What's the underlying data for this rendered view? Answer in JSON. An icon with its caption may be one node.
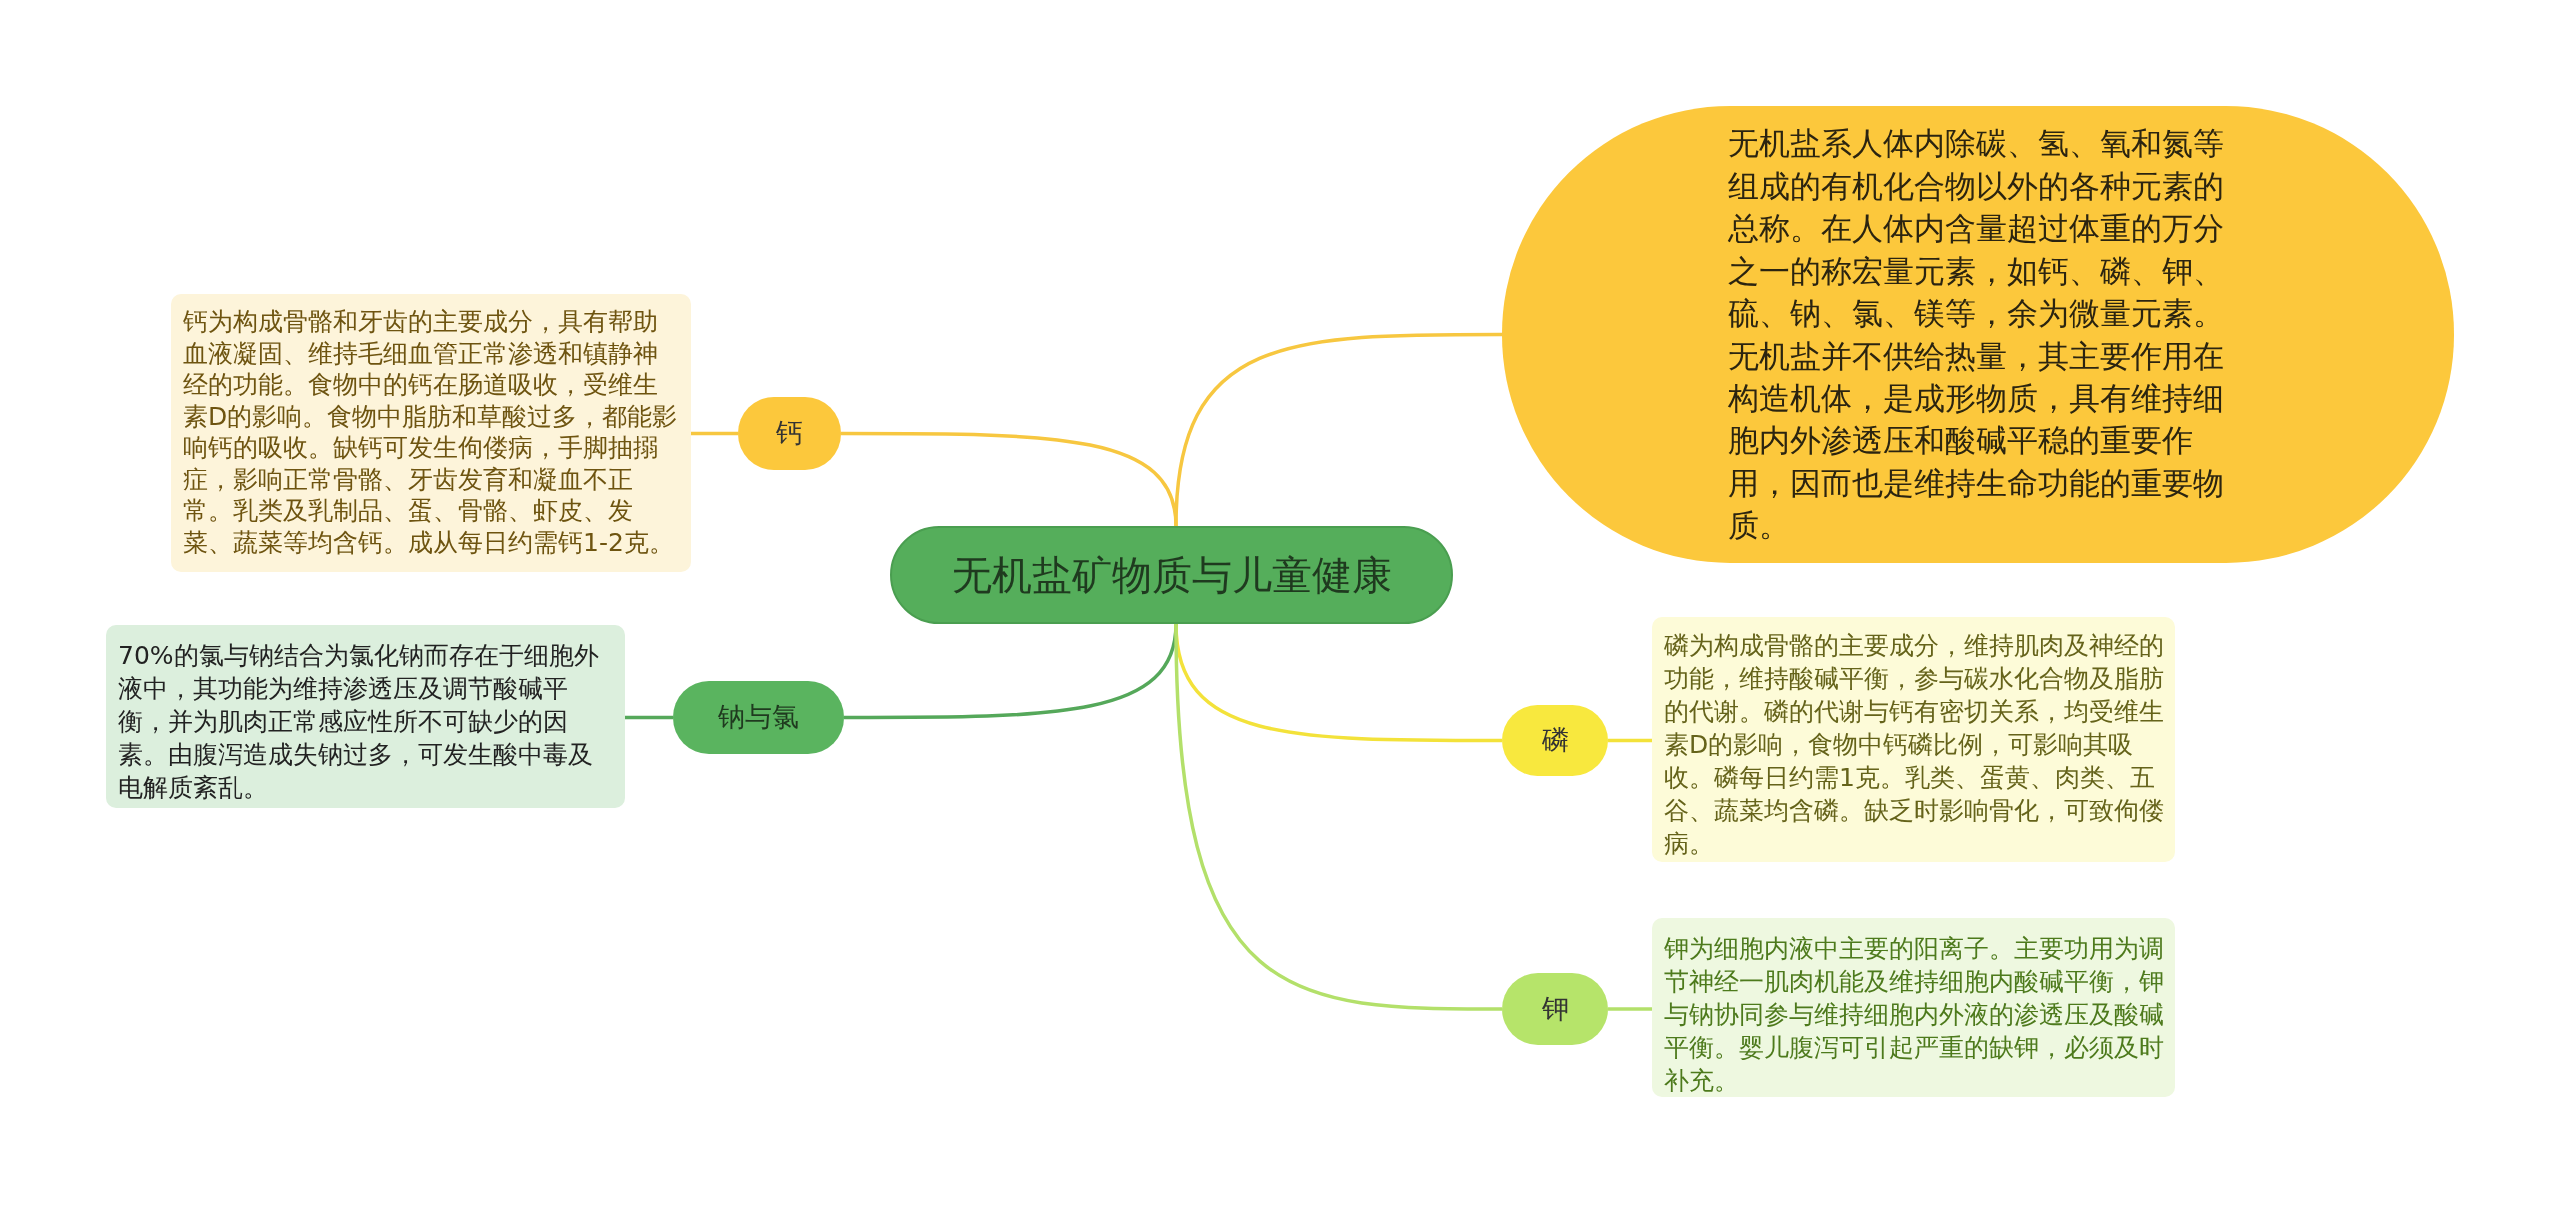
{
  "diagram": {
    "nodes": [
      {
        "text": [
          "无机盐矿物质与儿童健康"
        ]
      },
      {
        "text": [
          "无机盐系人体内除碳、氢、氧和氮等组成的有机化合物以外的各种元素的总称。在人体内含量超过体重的万分之一的称宏量元素，如钙、磷、钾、硫、钠、氯、镁等，余为微量元素。无机盐并不供给热量，其主要作用在构造机体，是成形物质，具有维持细胞内外渗透压和酸碱平稳的重要作用，因而也是维持生命功能的重要物质。"
        ]
      },
      {
        "text": [
          "钙"
        ]
      },
      {
        "text": [
          "钙为构成骨骼和牙齿的主要成分，具有帮助血液凝固、维持毛细血管正常渗透和镇静神经的功能。食物中的钙在肠道吸收，受维生素D的影响。食物中脂肪和草酸过多，都能影响钙的吸收。缺钙可发生佝偻病，手脚抽搦症，影响正常骨骼、牙齿发育和凝血不正常。乳类及乳制品、蛋、骨骼、虾皮、发菜、蔬菜等均含钙。成从每日约需钙1-2克。"
        ]
      },
      {
        "text": [
          "钠与氯"
        ]
      },
      {
        "text": [
          "70%的氯与钠结合为氯化钠而存在于细胞外液中，其功能为维持渗透压及调节酸碱平衡，并为肌肉正常感应性所不可缺少的因素。由腹泻造成失钠过多，可发生酸中毒及电解质紊乱。"
        ]
      },
      {
        "text": [
          "磷"
        ]
      },
      {
        "text": [
          "磷为构成骨骼的主要成分，维持肌肉及神经的功能，维持酸碱平衡，参与碳水化合物及脂肪的代谢。磷的代谢与钙有密切关系，均受维生素D的影响，食物中钙磷比例，可影响其吸收。磷每日约需1克。乳类、蛋黄、肉类、五谷、蔬菜均含磷。缺乏时影响骨化，可致佝偻病。"
        ]
      },
      {
        "text": [
          "钾"
        ]
      },
      {
        "text": [
          "钾为细胞内液中主要的阳离子。主要功用为调节神经一肌肉机能及维持细胞内酸碱平衡，钾与钠协同参与维持细胞内外液的渗透压及酸碱平衡。婴儿腹泻可引起严重的缺钾，必须及时补充。"
        ]
      }
    ],
    "edges": [
      {
        "from": 0,
        "to": 1,
        "arrow": "none",
        "color": "#f7c740"
      },
      {
        "from": 0,
        "to": 2,
        "arrow": "none",
        "color": "#f7c740"
      },
      {
        "from": 2,
        "to": 3,
        "arrow": "none",
        "color": "#f7c740"
      },
      {
        "from": 0,
        "to": 4,
        "arrow": "none",
        "color": "#55a85a"
      },
      {
        "from": 4,
        "to": 5,
        "arrow": "none",
        "color": "#55a85a"
      },
      {
        "from": 0,
        "to": 6,
        "arrow": "none",
        "color": "#f3e23a"
      },
      {
        "from": 6,
        "to": 7,
        "arrow": "none",
        "color": "#f3e23a"
      },
      {
        "from": 0,
        "to": 8,
        "arrow": "none",
        "color": "#b3e06a"
      },
      {
        "from": 8,
        "to": 9,
        "arrow": "none",
        "color": "#b3e06a"
      }
    ]
  }
}
